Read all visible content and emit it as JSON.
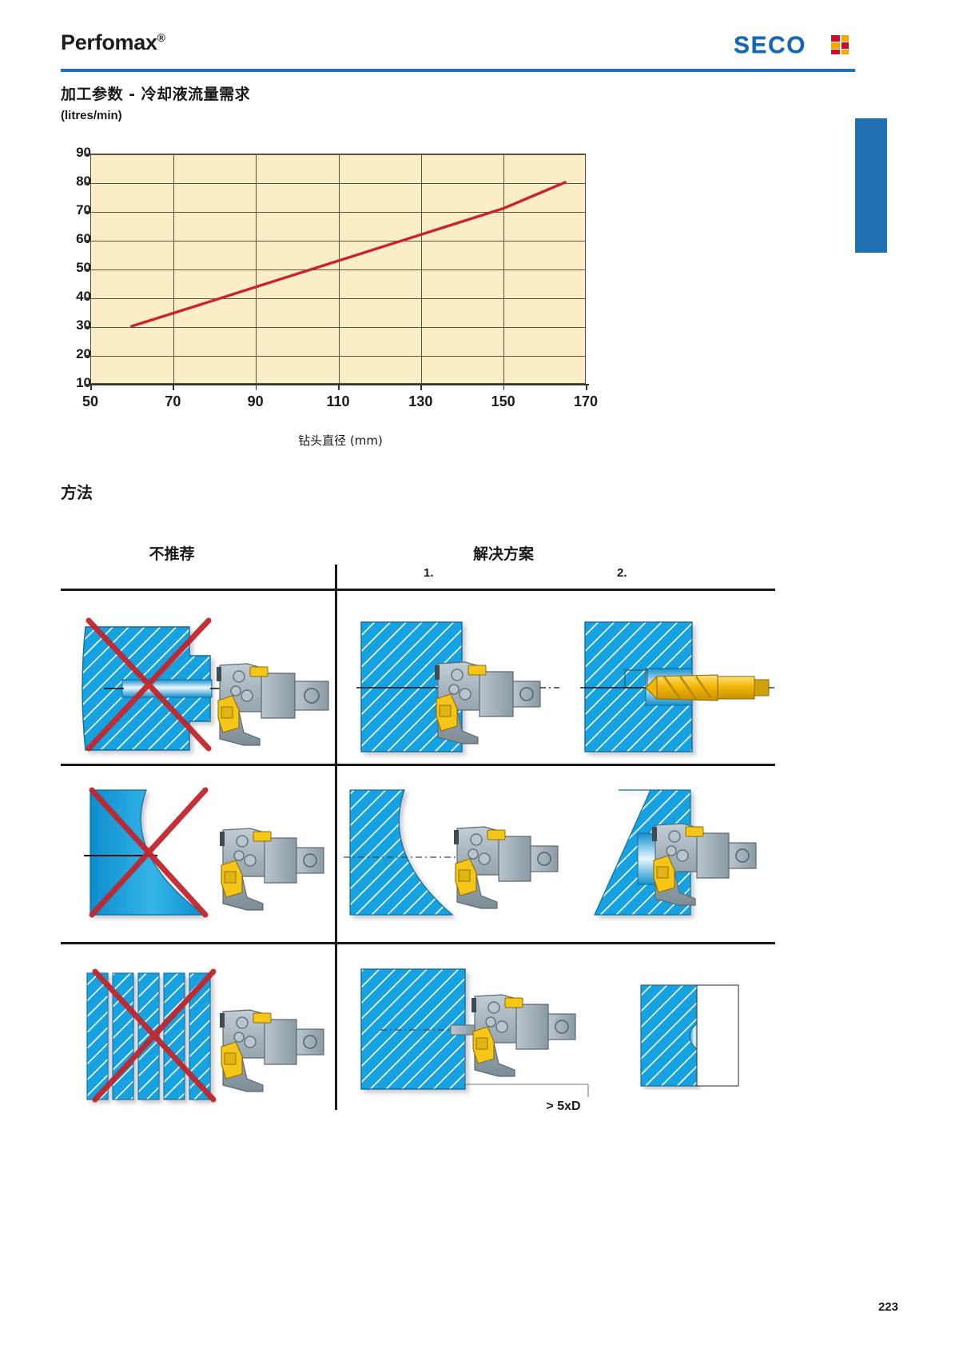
{
  "header": {
    "product_title": "Perfomax",
    "registered_mark": "®",
    "brand": "SECO",
    "brand_color": "#1565b0",
    "rule_color": "#1f6fb5"
  },
  "subtitle": {
    "heading": "加工参数 - 冷却液流量需求",
    "unit": "(litres/min)"
  },
  "chart_data": {
    "type": "line",
    "title": "加工参数 - 冷却液流量需求",
    "subtitle": "(litres/min)",
    "xlabel": "钻头直径 (mm)",
    "ylabel": "(litres/min)",
    "xlim": [
      50,
      170
    ],
    "ylim": [
      10,
      90
    ],
    "xticks": [
      50,
      70,
      90,
      110,
      130,
      150,
      170
    ],
    "yticks": [
      10,
      20,
      30,
      40,
      50,
      60,
      70,
      80,
      90
    ],
    "grid": true,
    "plot_bg": "#fbeec7",
    "series": [
      {
        "name": "冷却液流量需求",
        "color": "#cc2229",
        "x": [
          60,
          170
        ],
        "y": [
          30,
          80
        ],
        "points": [
          {
            "x": 60,
            "y": 30
          },
          {
            "x": 70,
            "y": 34.5
          },
          {
            "x": 90,
            "y": 43.6
          },
          {
            "x": 110,
            "y": 52.7
          },
          {
            "x": 130,
            "y": 61.8
          },
          {
            "x": 150,
            "y": 70.9
          },
          {
            "x": 165,
            "y": 80
          }
        ]
      }
    ]
  },
  "method": {
    "section_heading": "方法",
    "columns": {
      "not_recommended": "不推荐",
      "solution": "解决方案",
      "solution_1": "1.",
      "solution_2": "2."
    },
    "rows": [
      {
        "id": "row-1-cross-hole",
        "bad_label": "",
        "solution_1_label": "",
        "solution_2_label": ""
      },
      {
        "id": "row-2-inclined-surface",
        "bad_label": "",
        "solution_1_label": "",
        "solution_2_label": ""
      },
      {
        "id": "row-3-stacked-plates",
        "bad_label": "",
        "solution_1_label": "",
        "solution_2_label": "> 5xD"
      }
    ],
    "note": "> 5xD"
  },
  "colors": {
    "workpiece_blue": "#18a2e0",
    "workpiece_blue_dark": "#0d7fb8",
    "tool_gray": "#a8b4bc",
    "tool_gray_dark": "#6e7c86",
    "insert_yellow": "#f5c518",
    "cross_red": "#c0262c",
    "line_red": "#cc2229"
  },
  "footer": {
    "page_number": "223"
  }
}
